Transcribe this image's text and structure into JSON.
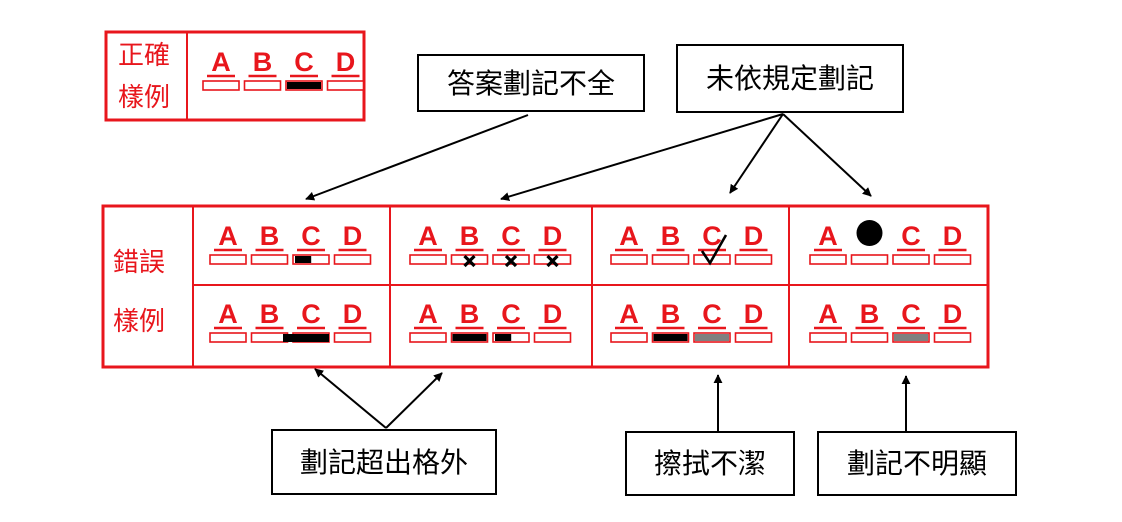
{
  "legend": {
    "correct": {
      "line1": "正確",
      "line2": "樣例"
    },
    "wrong": {
      "line1": "錯誤",
      "line2": "樣例"
    }
  },
  "options": [
    "A",
    "B",
    "C",
    "D"
  ],
  "callouts": {
    "incomplete": "答案劃記不全",
    "improper": "未依規定劃記",
    "outside": "劃記超出格外",
    "unclean": "擦拭不潔",
    "faint": "劃記不明顯"
  },
  "colors": {
    "red": "#e8161c",
    "mark": "#000000",
    "faint_mark": "#808080"
  },
  "icons": [
    "cross-mark-icon",
    "check-mark-icon",
    "filled-circle-icon",
    "arrow-icon"
  ]
}
